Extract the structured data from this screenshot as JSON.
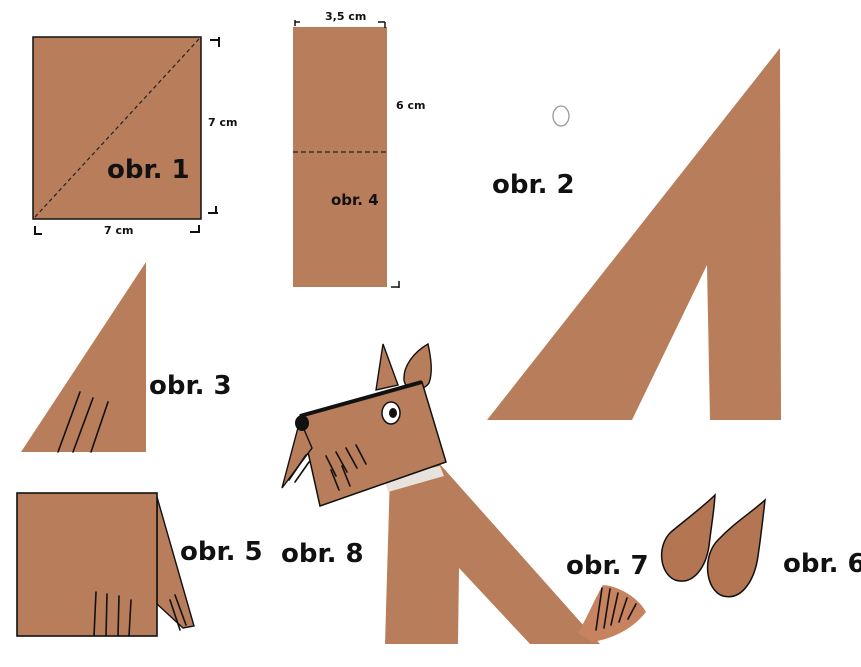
{
  "colors": {
    "paper": "#b87d5a",
    "ear": "#b47552",
    "outline": "#111111",
    "collar": "#e8e2dc"
  },
  "labels": {
    "obr1": "obr. 1",
    "obr2": "obr. 2",
    "obr3": "obr. 3",
    "obr4": "obr. 4",
    "obr5": "obr. 5",
    "obr6": "obr. 6",
    "obr7": "obr. 7",
    "obr8": "obr. 8"
  },
  "dimensions": {
    "square_side_right": "7 cm",
    "square_side_bottom": "7 cm",
    "rect_width": "3,5 cm",
    "rect_height": "6 cm"
  }
}
